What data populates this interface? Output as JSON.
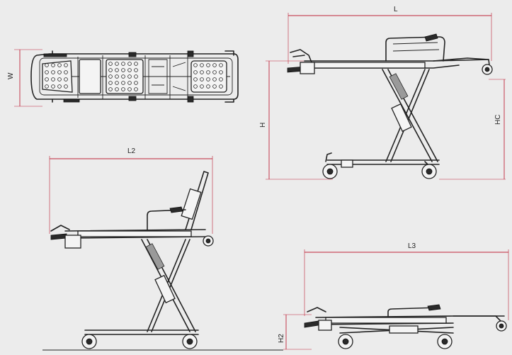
{
  "dimensions": {
    "width_label": "W",
    "length_label": "L",
    "height_label": "H",
    "height_cart_label": "HC",
    "length_raised_label": "L2",
    "length_folded_label": "L3",
    "height_folded_label": "H2"
  },
  "colors": {
    "background": "#ececec",
    "dimension_line": "#c0263a",
    "ink": "#222222"
  }
}
